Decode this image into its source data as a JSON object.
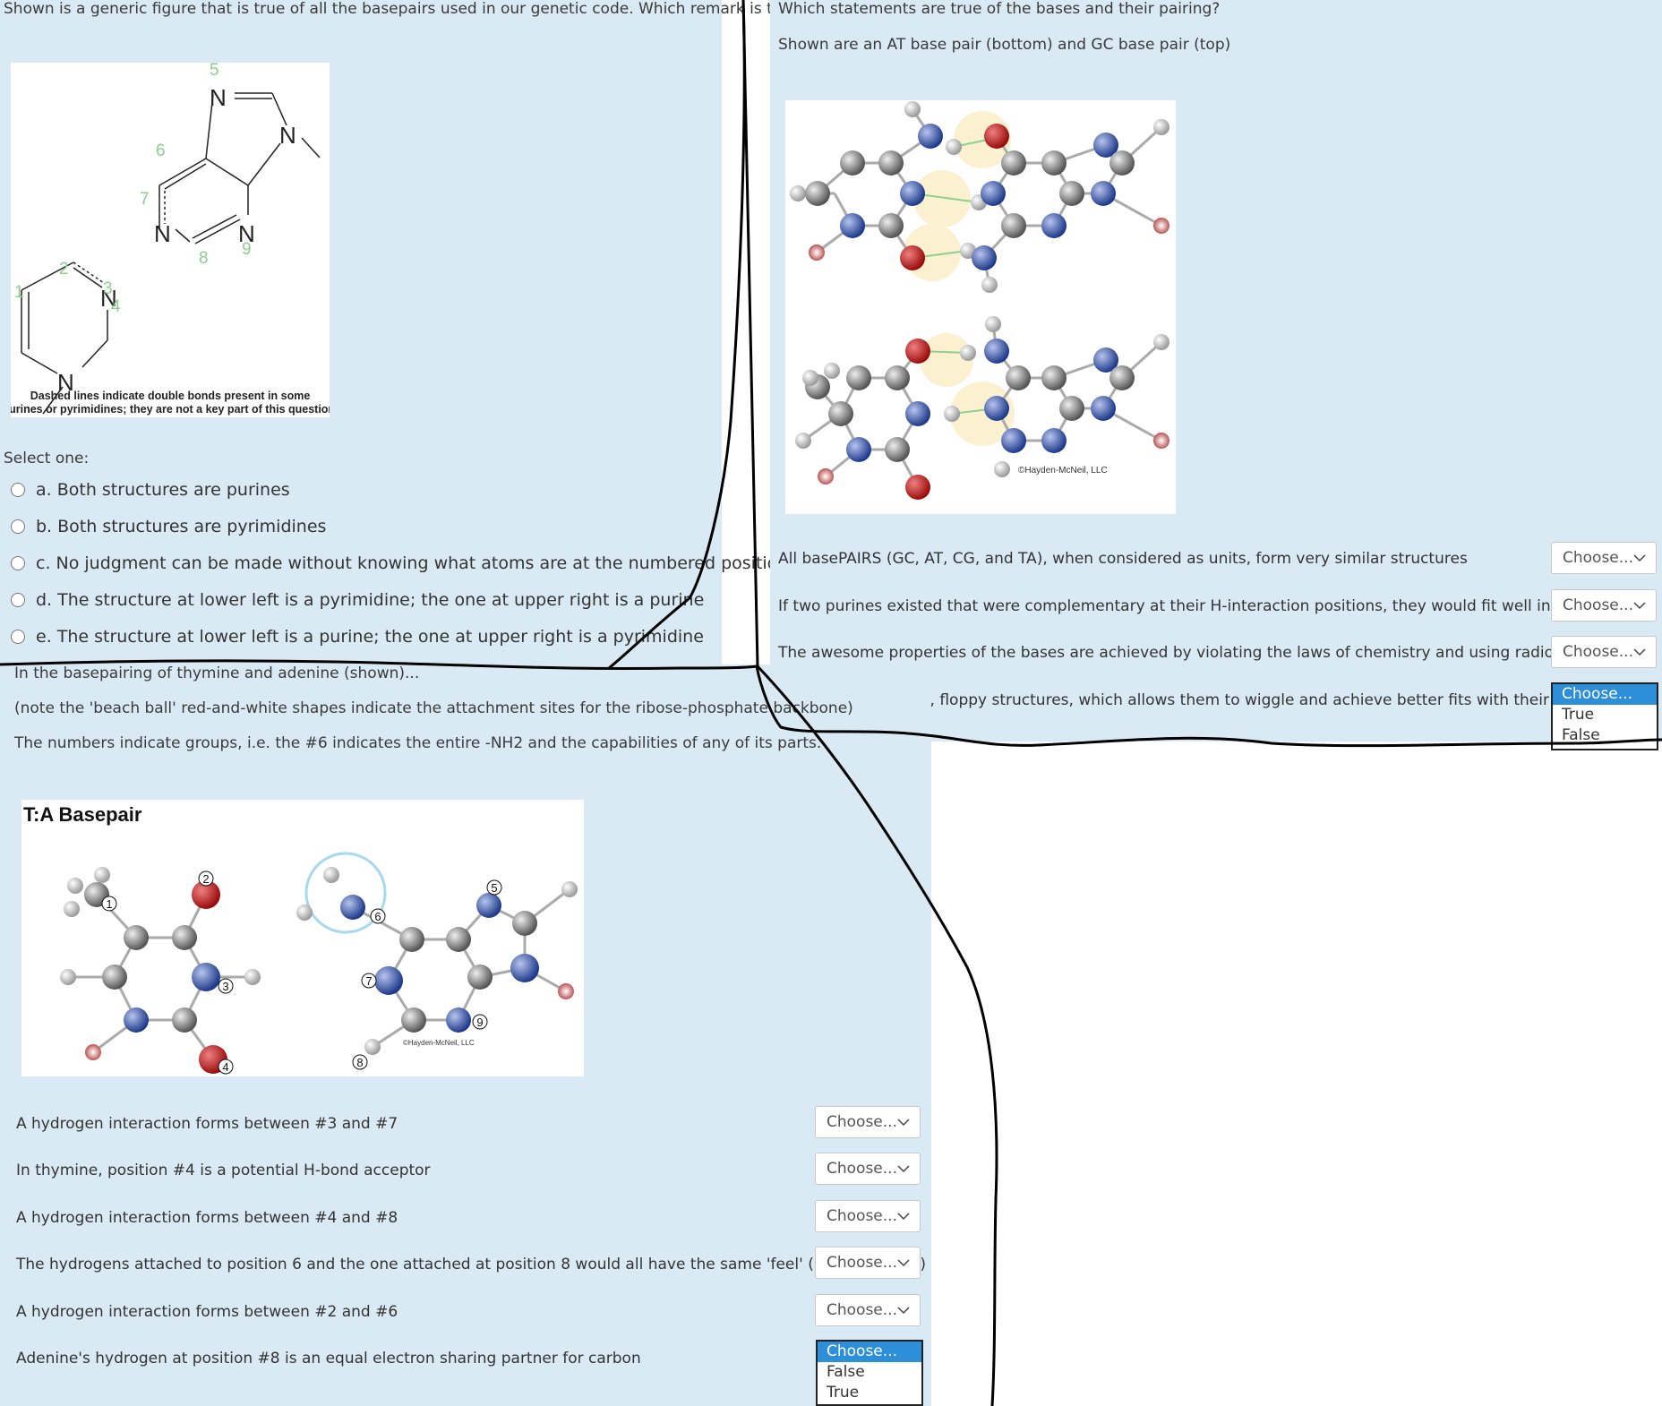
{
  "q1": {
    "question": "Shown is a generic figure that is true of all the basepairs used in our genetic code. Which remark is true?",
    "figure_caption_line1": "Dashed lines indicate double bonds present in some",
    "figure_caption_line2": "purines or pyrimidines; they are not a key part of this question.",
    "select_one": "Select one:",
    "options": [
      "a. Both structures are purines",
      "b. Both structures are pyrimidines",
      "c. No judgment can be made without knowing what atoms are at the numbered positions",
      "d. The structure at lower left is a pyrimidine; the one at upper right is a purine",
      "e. The structure at lower left is a purine; the one at upper right is a pyrimidine"
    ],
    "atom_label": "N",
    "position_numbers": [
      "1",
      "2",
      "3",
      "4",
      "5",
      "6",
      "7",
      "8",
      "9"
    ]
  },
  "q2": {
    "question": "Which statements are true of the bases and their pairing?",
    "subtext": "Shown are an AT base pair (bottom) and GC base pair (top)",
    "copyright": "©Hayden-McNeil, LLC",
    "statements": [
      {
        "text": "All basePAIRS (GC, AT, CG, and TA), when considered as units, form very similar structures",
        "value": "Choose..."
      },
      {
        "text": "If two purines existed that were complementary at their H-interaction positions, they would fit well in a DNA helix",
        "value": "Choose..."
      },
      {
        "text": "The awesome properties of the bases are achieved by violating the laws of chemistry and using radioactive atoms",
        "value": "Choose..."
      },
      {
        "text": "The bases are loose, floppy structures, which allows them to wiggle and achieve better fits with their partners",
        "value": "Choose..."
      }
    ],
    "open_list_options": [
      "Choose...",
      "True",
      "False"
    ]
  },
  "q3": {
    "intro1": "In the basepairing of thymine and adenine (shown)...",
    "intro2": "(note the 'beach ball' red-and-white shapes indicate the attachment sites for the ribose-phosphate backbone)",
    "intro3": "The numbers indicate groups, i.e. the #6 indicates the entire -NH2 and the capabilities of any of its parts.",
    "figure_title": "T:A Basepair",
    "copyright": "©Hayden-McNeil, LLC",
    "markers": [
      "1",
      "2",
      "3",
      "4",
      "5",
      "6",
      "7",
      "8",
      "9"
    ],
    "statements": [
      {
        "text": "A hydrogen interaction forms between #3 and #7",
        "value": "Choose..."
      },
      {
        "text": "In thymine, position #4 is a potential H-bond acceptor",
        "value": "Choose..."
      },
      {
        "text": "A hydrogen interaction forms between #4 and #8",
        "value": "Choose..."
      },
      {
        "text": "The hydrogens attached to position 6 and the one attached at position 8 would all have the same 'feel' (partial charge)",
        "value": "Choose..."
      },
      {
        "text": "A hydrogen interaction forms between #2 and #6",
        "value": "Choose..."
      },
      {
        "text": "Adenine's hydrogen at position #8 is an equal electron sharing partner for carbon",
        "value": "Choose..."
      }
    ],
    "open_list_options": [
      "Choose...",
      "False",
      "True"
    ]
  },
  "colors": {
    "panel": "#d9eaf4",
    "carbon": "#8a8a8a",
    "nitrogen": "#3a55a0",
    "oxygen": "#c02020",
    "hydrogen": "#e8e8e8",
    "number_green": "#8ccf8c",
    "highlight": "#2d8fd8"
  }
}
